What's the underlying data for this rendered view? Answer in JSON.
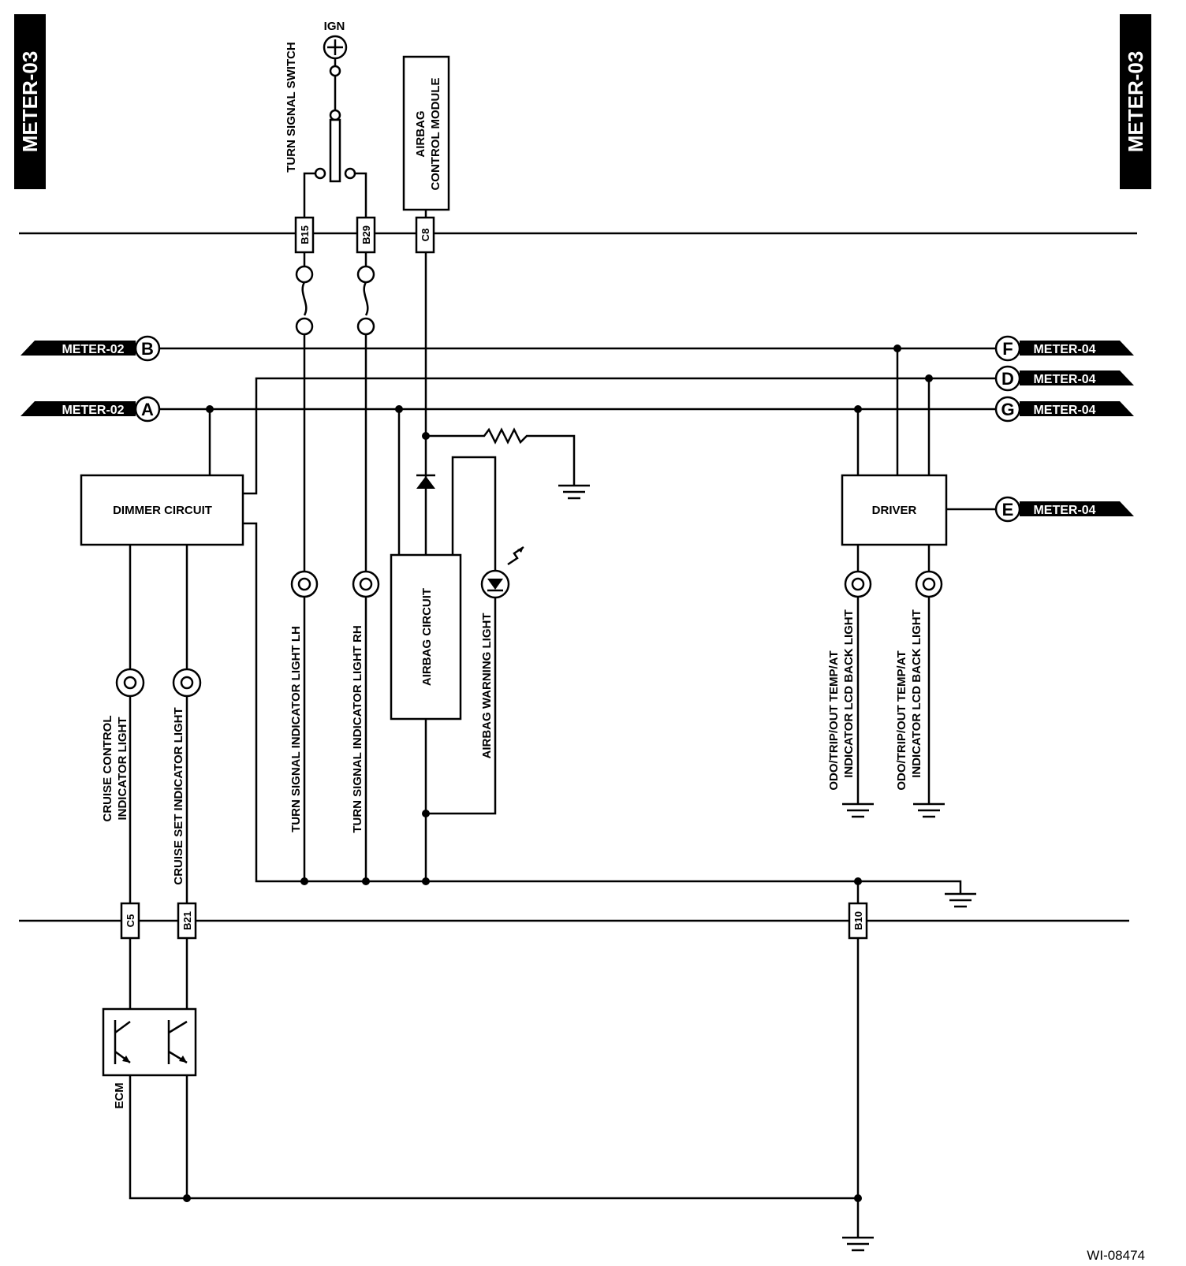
{
  "page_tag": "METER-03",
  "figure_id": "WI-08474",
  "power": {
    "label": "IGN"
  },
  "switch": {
    "label": "TURN SIGNAL SWITCH"
  },
  "airbag_module": {
    "line1": "AIRBAG",
    "line2": "CONTROL MODULE"
  },
  "connectors": {
    "b15": "B15",
    "b29": "B29",
    "c8": "C8",
    "c5": "C5",
    "b21": "B21",
    "b10": "B10"
  },
  "refs": {
    "b": {
      "letter": "B",
      "label": "METER-02"
    },
    "a": {
      "letter": "A",
      "label": "METER-02"
    },
    "f": {
      "letter": "F",
      "label": "METER-04"
    },
    "d": {
      "letter": "D",
      "label": "METER-04"
    },
    "g": {
      "letter": "G",
      "label": "METER-04"
    },
    "e": {
      "letter": "E",
      "label": "METER-04"
    }
  },
  "blocks": {
    "dimmer": "DIMMER CIRCUIT",
    "driver": "DRIVER",
    "airbag_circuit": "AIRBAG CIRCUIT",
    "ecm": "ECM"
  },
  "lamps": {
    "cruise_control": {
      "line1": "CRUISE CONTROL",
      "line2": "INDICATOR LIGHT"
    },
    "cruise_set": "CRUISE SET INDICATOR LIGHT",
    "turn_lh": "TURN SIGNAL INDICATOR LIGHT LH",
    "turn_rh": "TURN SIGNAL INDICATOR LIGHT RH",
    "airbag_warning": "AIRBAG WARNING LIGHT",
    "lcd1": {
      "line1": "ODO/TRIP/OUT TEMP/AT",
      "line2": "INDICATOR LCD BACK LIGHT"
    },
    "lcd2": {
      "line1": "ODO/TRIP/OUT TEMP/AT",
      "line2": "INDICATOR LCD BACK LIGHT"
    }
  }
}
